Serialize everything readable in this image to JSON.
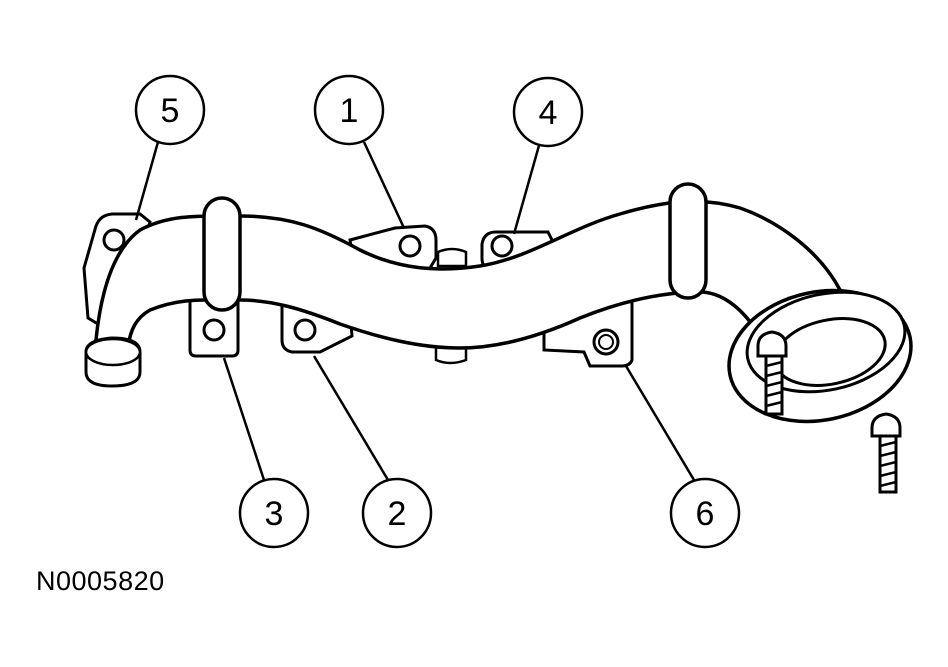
{
  "figure_id": "N0005820",
  "callouts": [
    {
      "label": "5"
    },
    {
      "label": "1"
    },
    {
      "label": "4"
    },
    {
      "label": "3"
    },
    {
      "label": "2"
    },
    {
      "label": "6"
    }
  ],
  "colors": {
    "line": "#000000",
    "fill": "#ffffff"
  }
}
